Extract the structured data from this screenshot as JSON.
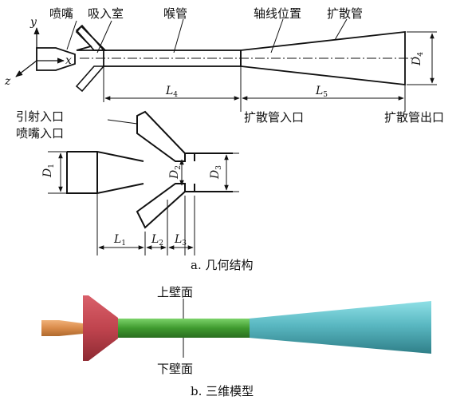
{
  "top_view": {
    "axis_y": "y",
    "axis_x": "x",
    "axis_z": "z",
    "labels": {
      "nozzle": "喷嘴",
      "suction": "吸入室",
      "throat": "喉管",
      "axis_pos": "轴线位置",
      "diffuser": "扩散管",
      "diffuser_inlet": "扩散管入口",
      "diffuser_outlet": "扩散管出口"
    },
    "dims": {
      "L4": {
        "main": "L",
        "sub": "4"
      },
      "L5": {
        "main": "L",
        "sub": "5"
      },
      "D4": {
        "main": "D",
        "sub": "4"
      }
    }
  },
  "detail_view": {
    "labels": {
      "ejector_inlet": "引射入口",
      "nozzle_inlet": "喷嘴入口"
    },
    "dims": {
      "D1": {
        "main": "D",
        "sub": "1"
      },
      "D2": {
        "main": "D",
        "sub": "2"
      },
      "D3": {
        "main": "D",
        "sub": "3"
      },
      "L1": {
        "main": "L",
        "sub": "1"
      },
      "L2": {
        "main": "L",
        "sub": "2"
      },
      "L3": {
        "main": "L",
        "sub": "3"
      }
    }
  },
  "caption_a": "a. 几何结构",
  "model_view": {
    "upper_wall": "上壁面",
    "lower_wall": "下壁面",
    "colors": {
      "nozzle": "#d98b4a",
      "suction": "#c0444e",
      "throat": "#3f9a2f",
      "diffuser": "#5ab8c2"
    }
  },
  "caption_b": "b. 三维模型"
}
